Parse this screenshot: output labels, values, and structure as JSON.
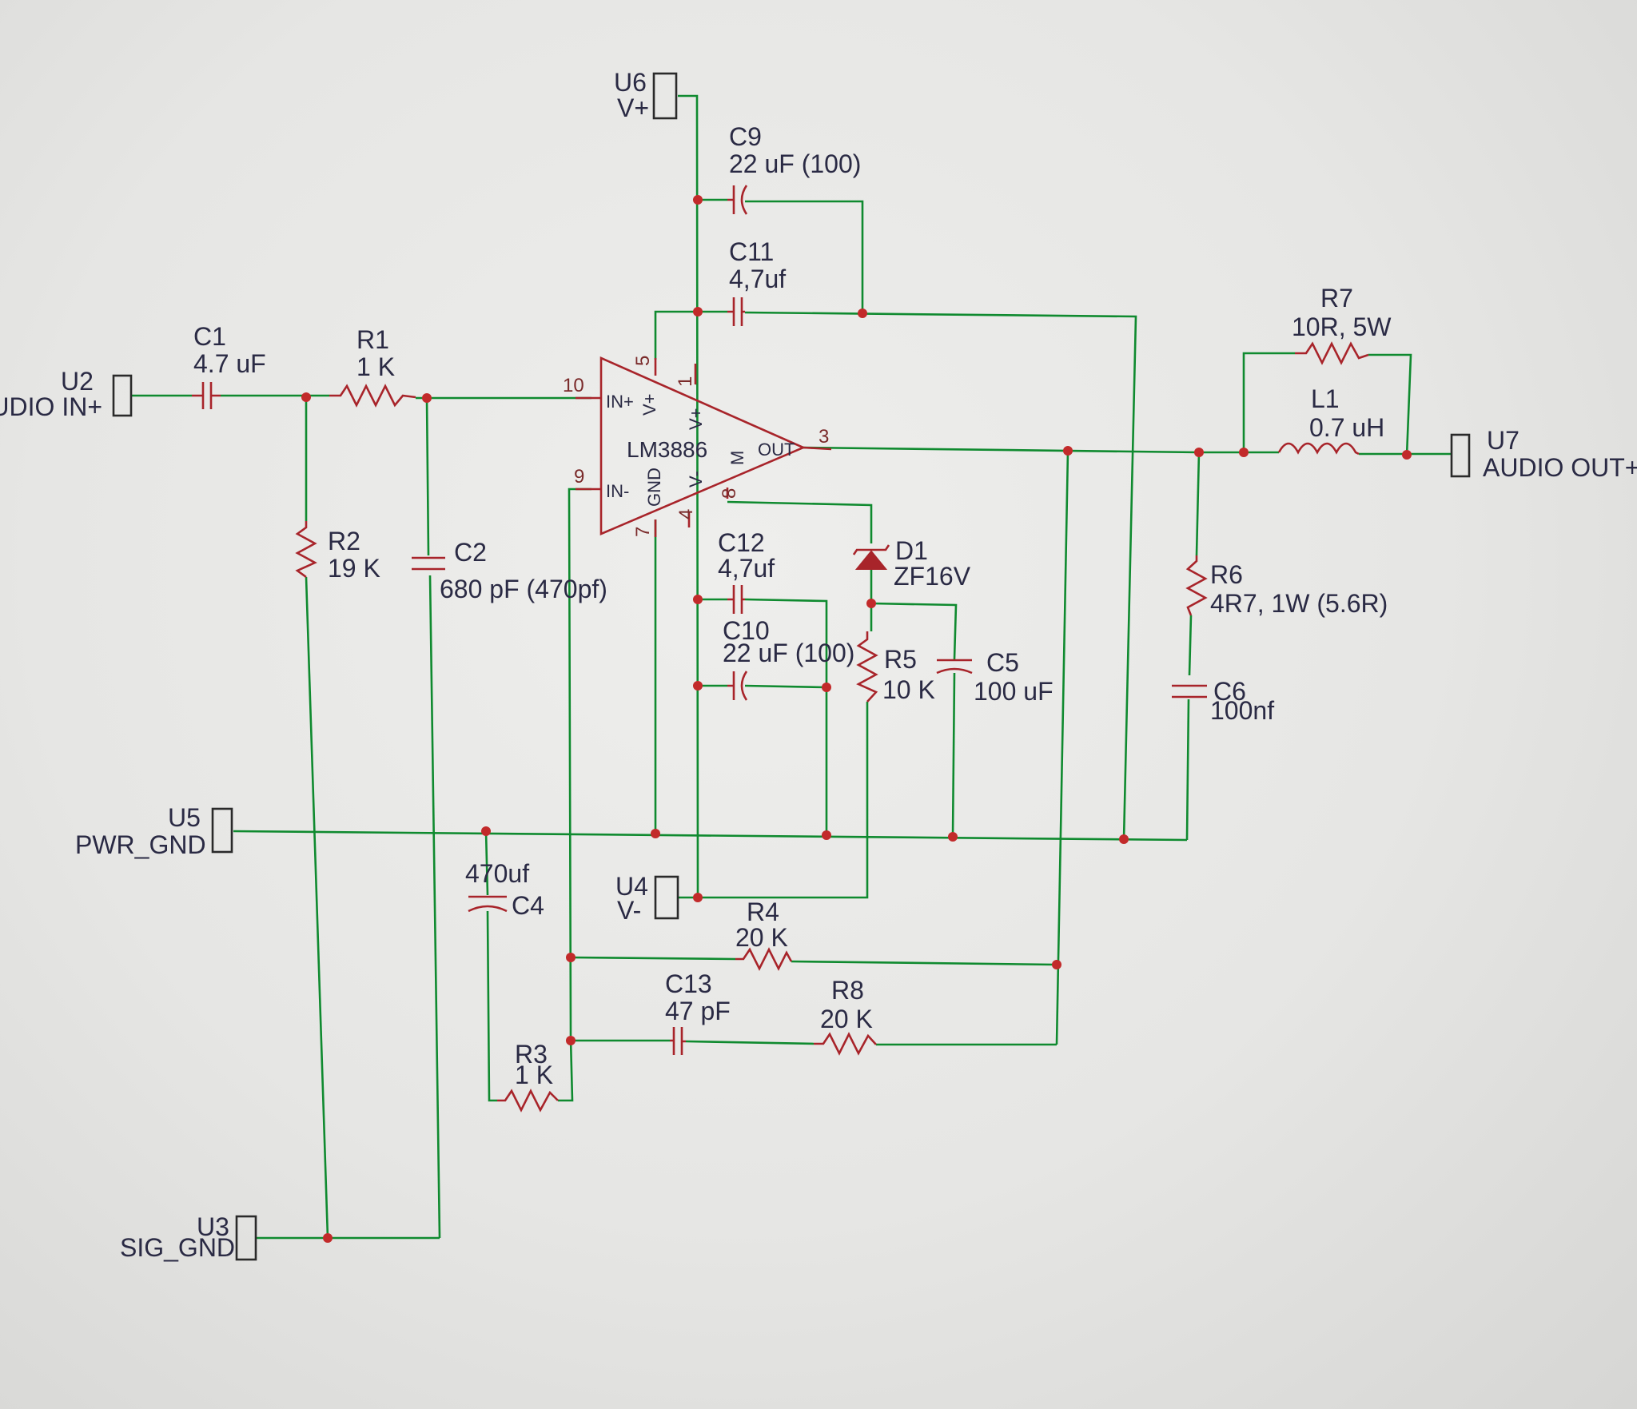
{
  "connectors": {
    "u2": {
      "ref": "U2",
      "net": "AUDIO IN+"
    },
    "u6": {
      "ref": "U6",
      "net": "V+"
    },
    "u5": {
      "ref": "U5",
      "net": "PWR_GND"
    },
    "u4": {
      "ref": "U4",
      "net": "V-"
    },
    "u3": {
      "ref": "U3",
      "net": "SIG_GND"
    },
    "u7": {
      "ref": "U7",
      "net": "AUDIO OUT+"
    }
  },
  "components": {
    "c1": {
      "ref": "C1",
      "value": "4.7 uF"
    },
    "r1": {
      "ref": "R1",
      "value": "1 K"
    },
    "r2": {
      "ref": "R2",
      "value": "19 K"
    },
    "c2": {
      "ref": "C2",
      "value": "680 pF (470pf)"
    },
    "c9": {
      "ref": "C9",
      "value": "22 uF (100)"
    },
    "c11": {
      "ref": "C11",
      "value": "4,7uf"
    },
    "c12": {
      "ref": "C12",
      "value": "4,7uf"
    },
    "c10": {
      "ref": "C10",
      "value": "22 uF (100)"
    },
    "d1": {
      "ref": "D1",
      "value": "ZF16V"
    },
    "r5": {
      "ref": "R5",
      "value": "10 K"
    },
    "c5": {
      "ref": "C5",
      "value": "100 uF"
    },
    "r6": {
      "ref": "R6",
      "value": "4R7, 1W (5.6R)"
    },
    "c6": {
      "ref": "C6",
      "value": "100nf"
    },
    "r7": {
      "ref": "R7",
      "value": "10R, 5W"
    },
    "l1": {
      "ref": "L1",
      "value": "0.7 uH"
    },
    "c4": {
      "ref": "C4",
      "value": "470uf"
    },
    "r4": {
      "ref": "R4",
      "value": "20 K"
    },
    "c13": {
      "ref": "C13",
      "value": "47 pF"
    },
    "r8": {
      "ref": "R8",
      "value": "20 K"
    },
    "r3": {
      "ref": "R3",
      "value": "1 K"
    }
  },
  "ic": {
    "name": "LM3886",
    "pin_labels": {
      "in_plus": "IN+",
      "in_minus": "IN-",
      "out": "OUT",
      "vplus_a": "V+",
      "vplus_b": "V+",
      "vminus": "V-",
      "gnd": "GND",
      "mute": "M"
    },
    "pin_numbers": {
      "p10": "10",
      "p9": "9",
      "p3": "3",
      "p5": "5",
      "p1": "1",
      "p4": "4",
      "p7": "7",
      "p8": "8"
    }
  }
}
